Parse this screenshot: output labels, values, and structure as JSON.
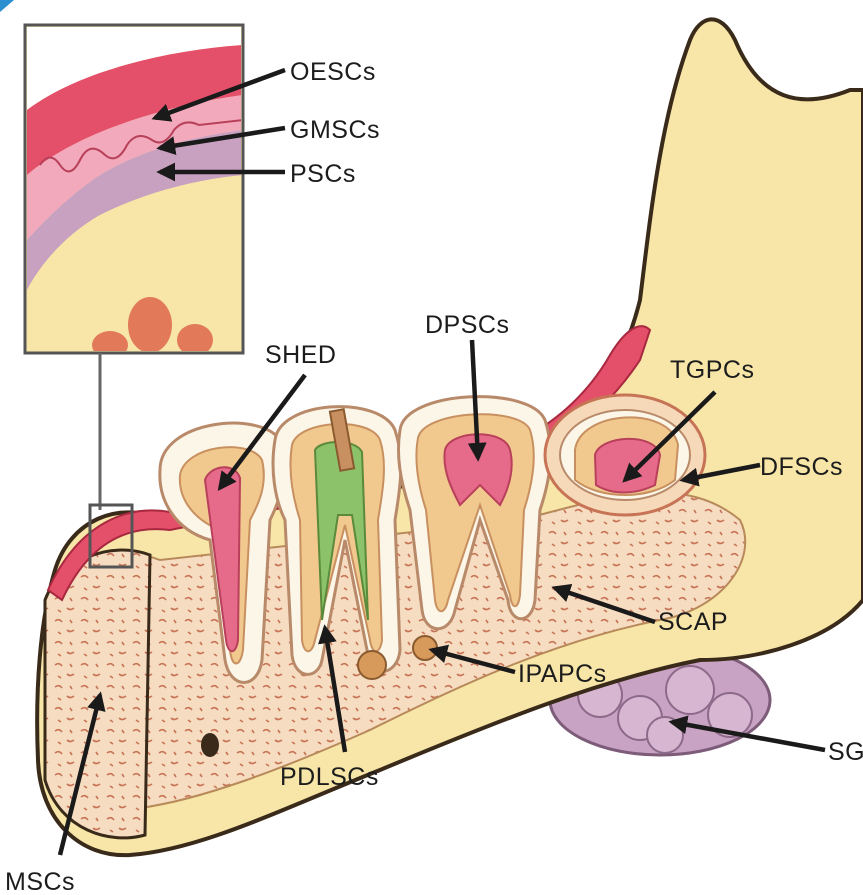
{
  "diagram": {
    "labels": {
      "oescs": "OESCs",
      "gmscs": "GMSCs",
      "pscs": "PSCs",
      "shed": "SHED",
      "dpscs": "DPSCs",
      "tgpcs": "TGPCs",
      "dfscs": "DFSCs",
      "scap": "SCAP",
      "ipapcs": "IPAPCs",
      "pdlscs": "PDLSCs",
      "sg": "SG",
      "bmmscs": "MSCs"
    },
    "colors": {
      "bone": "#f7e6a8",
      "bone_outline": "#3a2a1a",
      "gum": "#e4506a",
      "marrow": "#f6d9b8",
      "pulp": "#e66a8a",
      "dentin": "#f1c98e",
      "enamel": "#fbf6e8",
      "gland": "#c9a3c4",
      "root_canal": "#8cc26a"
    }
  }
}
